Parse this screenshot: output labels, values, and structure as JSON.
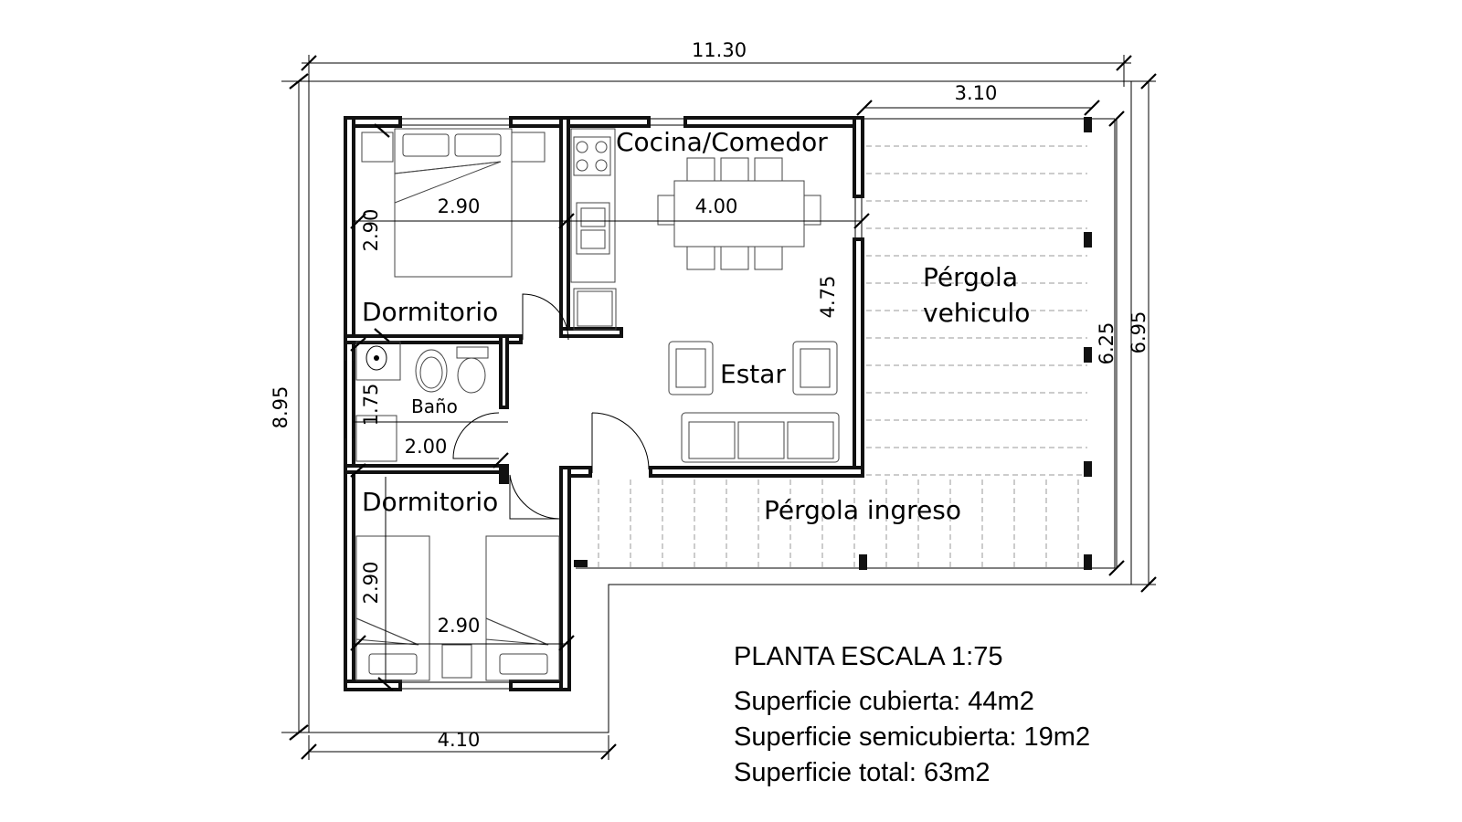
{
  "plan": {
    "rooms": {
      "dormitorio_top": "Dormitorio",
      "cocina": "Cocina/Comedor",
      "estar": "Estar",
      "bano": "Baño",
      "dormitorio_bottom": "Dormitorio",
      "pergola_vehiculo_line1": "Pérgola",
      "pergola_vehiculo_line2": "vehiculo",
      "pergola_ingreso": "Pérgola ingreso"
    },
    "dimensions": {
      "overall_width": "11.30",
      "overall_depth": "8.95",
      "bottom_width": "4.10",
      "pergola_width": "3.10",
      "right_depth": "6.95",
      "pergola_depth": "6.25",
      "dorm_top_width": "2.90",
      "dorm_top_depth": "2.90",
      "cocina_width": "4.00",
      "cocina_depth": "4.75",
      "bano_depth": "1.75",
      "bano_width": "2.00",
      "dorm_bottom_width": "2.90",
      "dorm_bottom_depth": "2.90"
    }
  },
  "notes": {
    "title": "PLANTA ESCALA 1:75",
    "cubierta": "Superficie cubierta: 44m2",
    "semicubierta": "Superficie semicubierta: 19m2",
    "total": "Superficie total: 63m2"
  }
}
